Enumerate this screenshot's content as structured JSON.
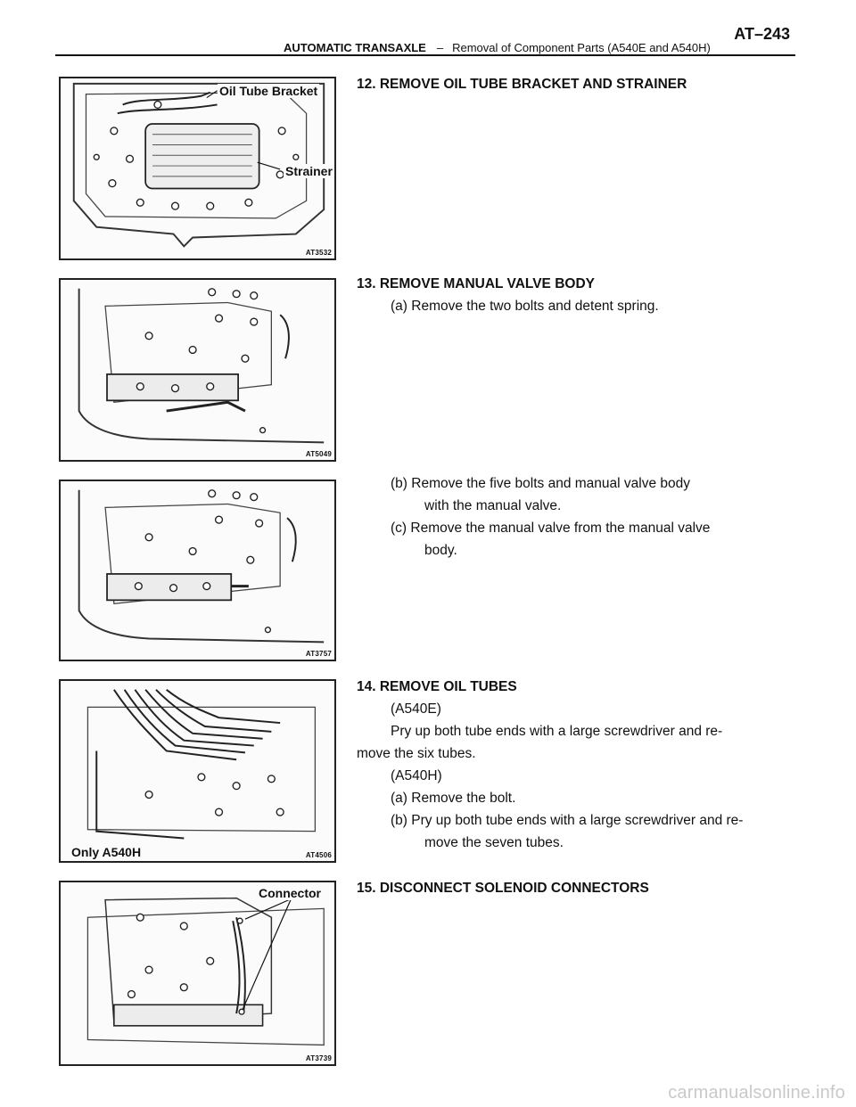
{
  "header": {
    "section": "AUTOMATIC TRANSAXLE",
    "separator": "–",
    "subtitle": "Removal of Component Parts (A540E and A540H)",
    "page": "AT–243"
  },
  "figures": [
    {
      "code": "AT3532",
      "callouts": [
        "Oil Tube Bracket",
        "Strainer"
      ]
    },
    {
      "code": "AT5049",
      "callouts": []
    },
    {
      "code": "AT3757",
      "callouts": []
    },
    {
      "code": "AT4506",
      "callouts": [
        "Only A540H"
      ]
    },
    {
      "code": "AT3739",
      "callouts": [
        "Connector"
      ]
    }
  ],
  "steps": {
    "s12": {
      "title": "12. REMOVE OIL TUBE BRACKET AND STRAINER"
    },
    "s13": {
      "title": "13. REMOVE MANUAL VALVE BODY",
      "a": "(a) Remove the two bolts and detent spring.",
      "b1": "(b) Remove the five bolts and manual valve body",
      "b2": "with the manual valve.",
      "c1": "(c) Remove the manual valve from the manual valve",
      "c2": "body."
    },
    "s14": {
      "title": "14. REMOVE OIL TUBES",
      "v1": "(A540E)",
      "p1": "Pry up both tube ends with a large screwdriver and re-",
      "p2": "move the six tubes.",
      "v2": "(A540H)",
      "a": "(a) Remove the bolt.",
      "b1": "(b) Pry up both tube ends with a large screwdriver and re-",
      "b2": "move the seven tubes."
    },
    "s15": {
      "title": "15. DISCONNECT SOLENOID CONNECTORS"
    }
  },
  "footer": {
    "watermark": "carmanualsonline.info"
  }
}
